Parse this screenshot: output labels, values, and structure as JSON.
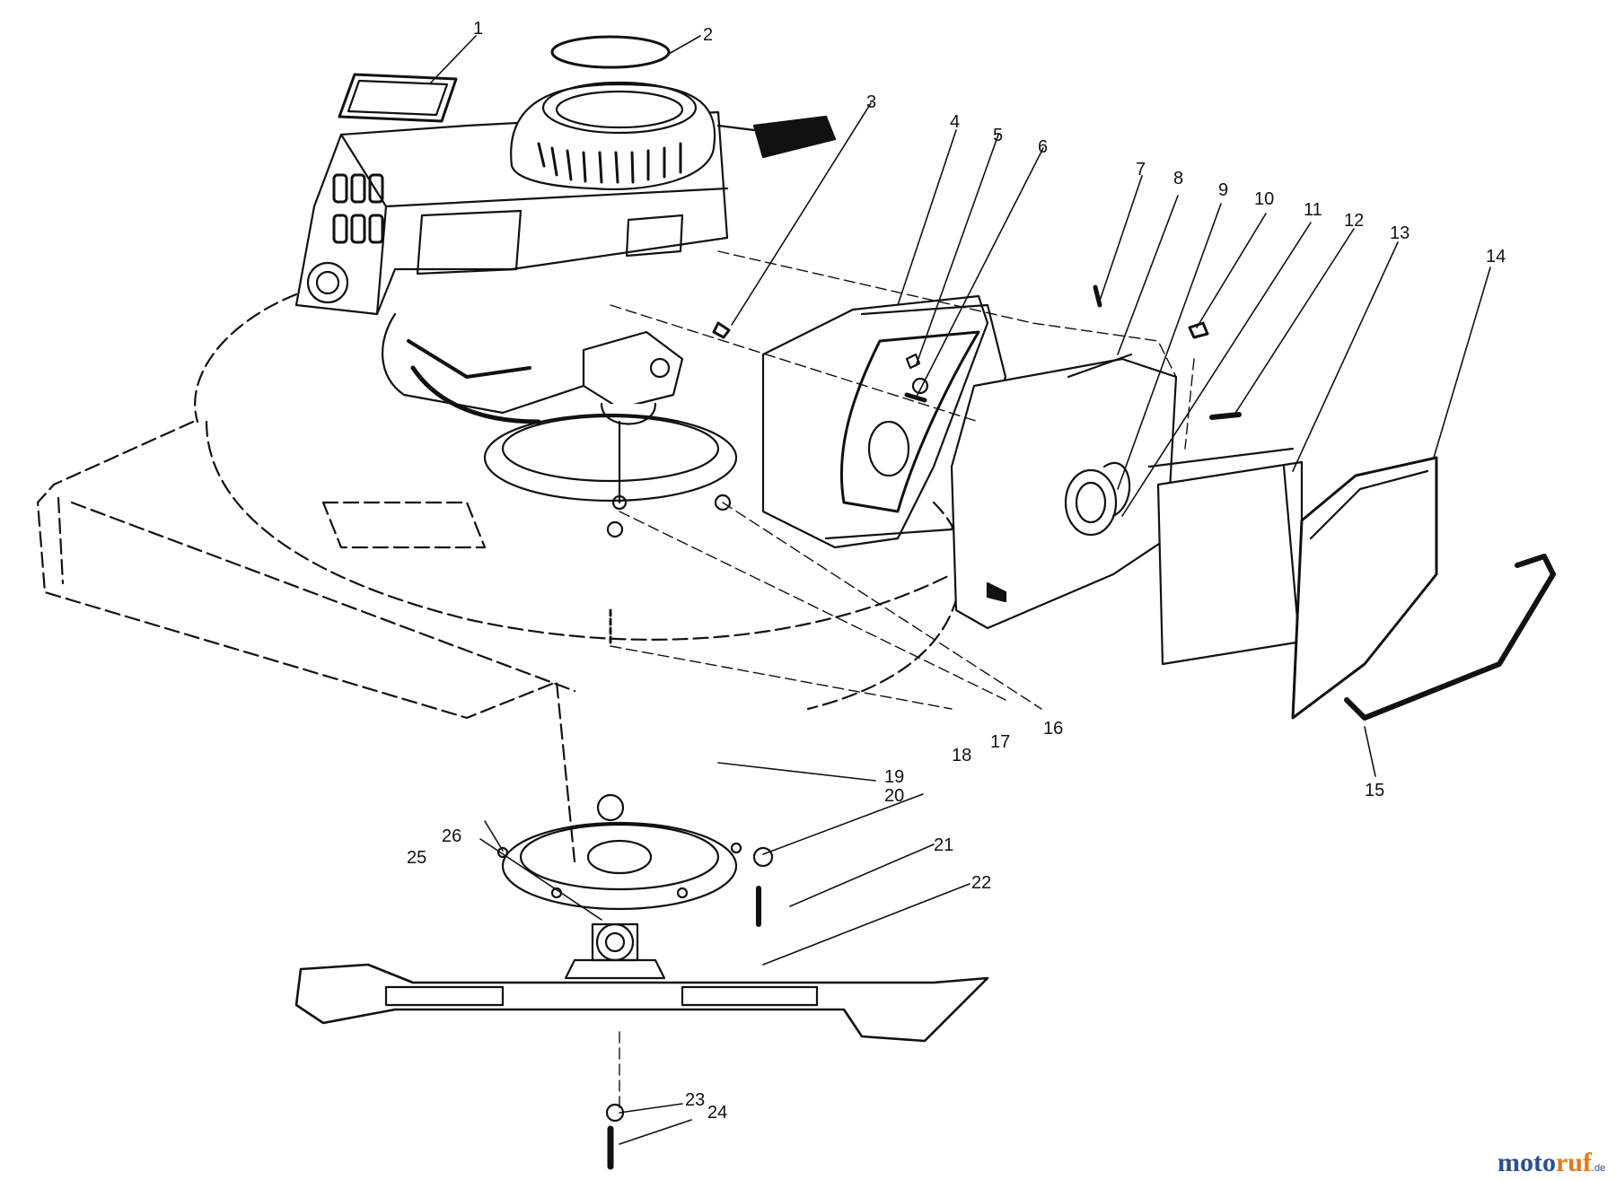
{
  "callouts": [
    "1",
    "2",
    "3",
    "4",
    "5",
    "6",
    "7",
    "8",
    "9",
    "10",
    "11",
    "12",
    "13",
    "14",
    "15",
    "16",
    "17",
    "18",
    "19",
    "20",
    "21",
    "22",
    "23",
    "24",
    "25",
    "26"
  ],
  "watermark": {
    "prefix": "moto",
    "accent": "ruf",
    "suffix": ".de",
    "colors": {
      "prefix": "#2a4f8f",
      "accent": "#e07b1a"
    }
  }
}
